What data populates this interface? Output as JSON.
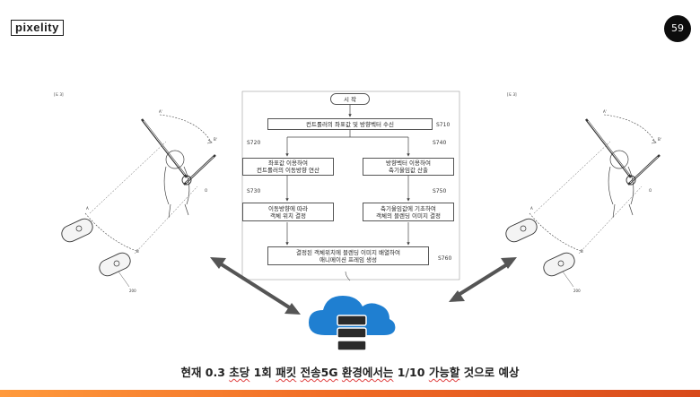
{
  "header": {
    "logo_text": "pixelity",
    "page_number": "59"
  },
  "figure_left": {
    "label": "[도 3]",
    "marker_a_top": "A'",
    "marker_b_top": "B'",
    "marker_o": "O",
    "marker_a": "A",
    "marker_b": "B",
    "ref": "200"
  },
  "figure_right": {
    "label": "[도 3]",
    "marker_a_top": "A'",
    "marker_b_top": "B'",
    "marker_o": "O",
    "marker_a": "A",
    "marker_b": "B",
    "ref": "200"
  },
  "flowchart": {
    "start": "시 작",
    "s710": {
      "id": "S710",
      "text": "컨트롤러의 좌표값 및 방향벡터 수신"
    },
    "s720": {
      "id": "S720",
      "text": "좌표값 이용하여\n컨트롤러의 이동방향 연산"
    },
    "s740": {
      "id": "S740",
      "text": "방향벡터 이용하여\n축기울임값 산출"
    },
    "s730": {
      "id": "S730",
      "text": "이동방향에 따라\n객체 위치 결정"
    },
    "s750": {
      "id": "S750",
      "text": "축기울임값에 기초하여\n객체의 블렌딩 이미지 결정"
    },
    "s760": {
      "id": "S760",
      "text": "결정된 객체위치에 블렌딩 이미지 배열하여\n애니메이션 프레임 생성"
    }
  },
  "caption": {
    "p1": "현재 0.3 ",
    "p2": "초당",
    "p3": " 1회 ",
    "p4": "패킷",
    "p5": " ",
    "p6": "전송5G",
    "p7": " ",
    "p8": "환경에서는",
    "p9": " 1/10 ",
    "p10": "가능할",
    "p11": " 것으로 예상"
  },
  "colors": {
    "cloud": "#1f7fd1",
    "arrow": "#555555",
    "bar_start": "#ff9a3c",
    "bar_end": "#d84a1b"
  },
  "icons": {
    "cloud": "cloud-server-icon"
  }
}
